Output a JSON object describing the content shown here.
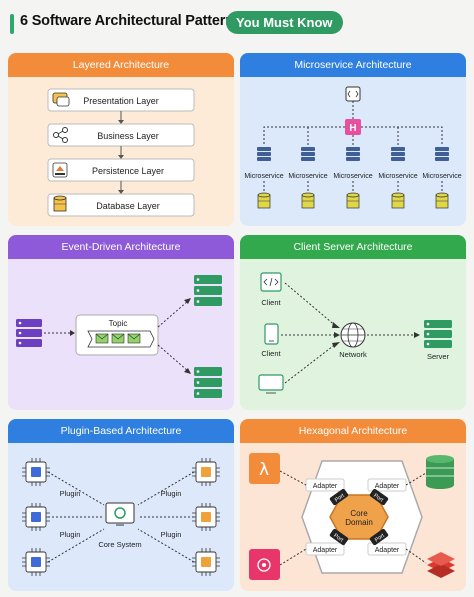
{
  "header": {
    "title": "6 Software Architectural Patterns",
    "pill": "You Must Know"
  },
  "colors": {
    "orange": "#f28c3b",
    "blue": "#2f7fe0",
    "purple": "#8e5ad9",
    "green": "#31a94c",
    "server": "#3f5f96",
    "db": "#e0d64a",
    "chip": "#3e6bd7"
  },
  "layered": {
    "title": "Layered Architecture",
    "layers": [
      "Presentation Layer",
      "Business Layer",
      "Persistence Layer",
      "Database Layer"
    ]
  },
  "microservice": {
    "title": "Microservice Architecture",
    "services": [
      "Microservice",
      "Microservice",
      "Microservice",
      "Microservice",
      "Microservice"
    ]
  },
  "event": {
    "title": "Event-Driven Architecture",
    "topic": "Topic"
  },
  "clientserver": {
    "title": "Client Server Architecture",
    "clients": [
      "Client",
      "Client"
    ],
    "network": "Network",
    "server": "Server"
  },
  "plugin": {
    "title": "Plugin-Based Architecture",
    "plugin_labels": [
      "Plugin",
      "Plugin",
      "Plugin",
      "Plugin"
    ],
    "core": "Core System"
  },
  "hexagonal": {
    "title": "Hexagonal Architecture",
    "adapters": [
      "Adapter",
      "Adapter",
      "Adapter",
      "Adapter"
    ],
    "ports": [
      "Port",
      "Port",
      "Port",
      "Port"
    ],
    "core_line1": "Core",
    "core_line2": "Domain"
  }
}
